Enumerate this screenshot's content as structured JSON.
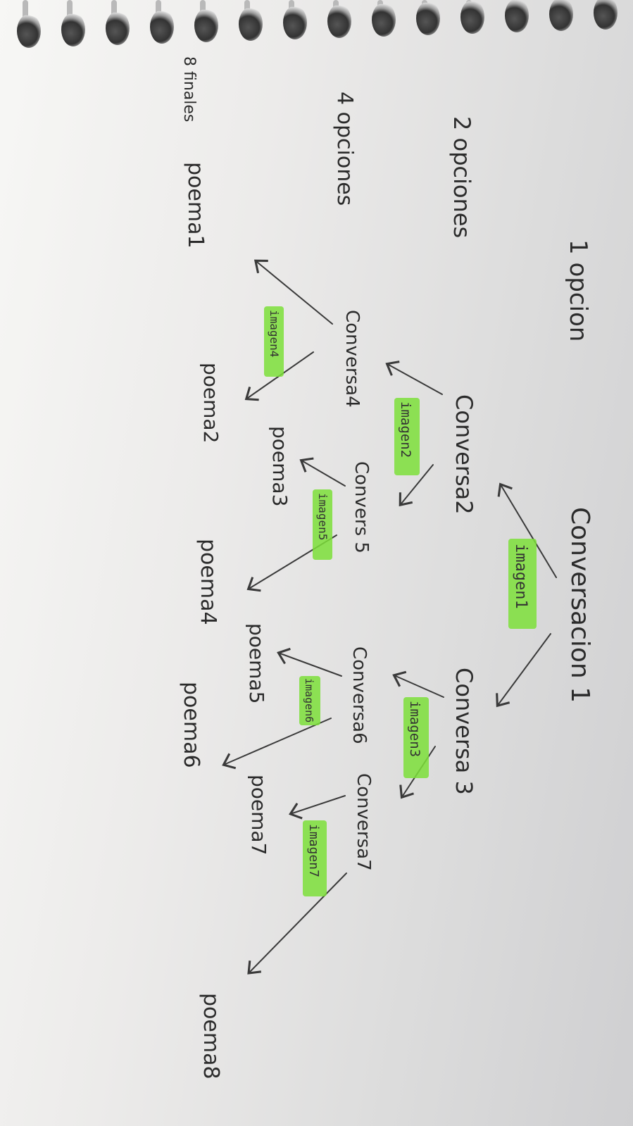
{
  "rows": {
    "row1": "1 opcion",
    "row2": "2 opciones",
    "row3": "4 opciones",
    "row4": "8 finales"
  },
  "nodes": {
    "conversacion1": "Conversacion 1",
    "conversa2": "Conversa2",
    "conversa3": "Conversa 3",
    "conversa4": "Conversa4",
    "conversa5": "Convers 5",
    "conversa6": "Conversa6",
    "conversa7": "Conversa7",
    "poema1": "poema1",
    "poema2": "poema2",
    "poema3": "poema3",
    "poema4": "poema4",
    "poema5": "poema5",
    "poema6": "poema6",
    "poema7": "poema7",
    "poema8": "poema8"
  },
  "images": {
    "imagen1": "imagen1",
    "imagen2": "imagen2",
    "imagen3": "imagen3",
    "imagen4": "imagen4",
    "imagen5": "imagen5",
    "imagen6": "imagen6",
    "imagen7": "imagen7"
  },
  "colors": {
    "highlight": "#7ddf3a",
    "ink": "#2b2b2b"
  }
}
